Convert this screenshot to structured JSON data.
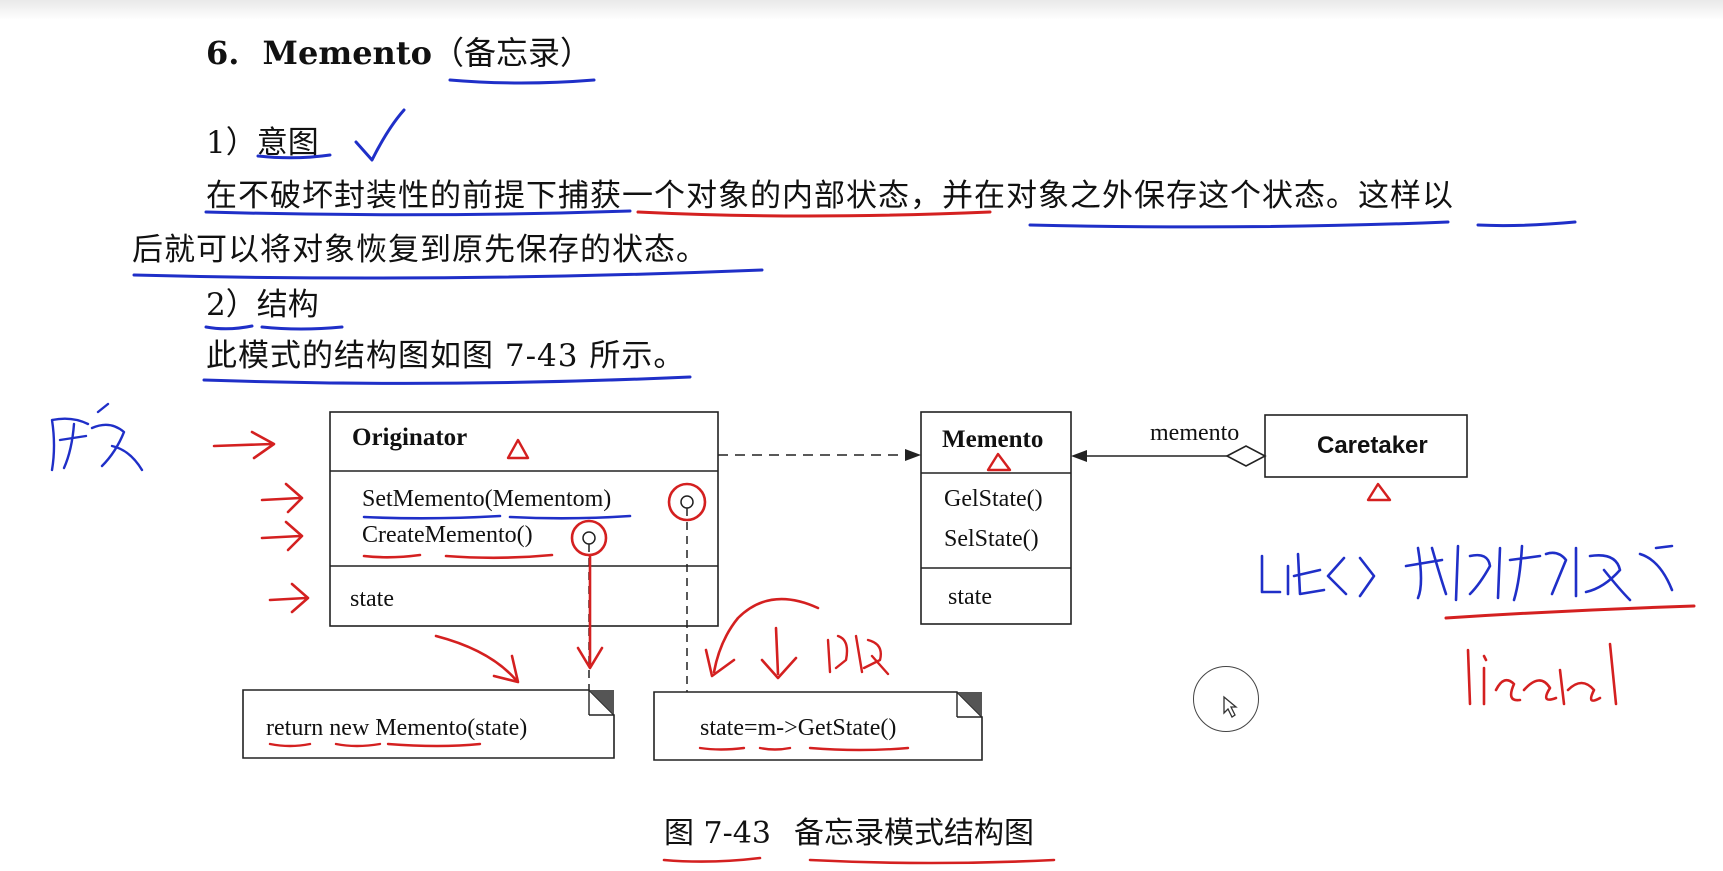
{
  "heading": {
    "prefix": "6.",
    "title": "Memento",
    "paren": "（备忘录）"
  },
  "intent": {
    "label": "1）意图",
    "line1": "在不破坏封装性的前提下捕获一个对象的内部状态，并在对象之外保存这个状态。这样以",
    "line2": "后就可以将对象恢复到原先保存的状态。"
  },
  "structure": {
    "label": "2）结构",
    "desc": "此模式的结构图如图 7-43 所示。"
  },
  "diagram": {
    "originator": {
      "name": "Originator",
      "methods": [
        "SetMemento(Mementom)",
        "CreateMemento()"
      ],
      "attribute": "state"
    },
    "memento": {
      "name": "Memento",
      "methods": [
        "GelState()",
        "SelState()"
      ],
      "attribute": "state"
    },
    "caretaker": {
      "name": "Caretaker",
      "role": "memento"
    },
    "notes": {
      "create": "return new Memento(state)",
      "set": "state=m->GetState()"
    }
  },
  "caption": {
    "number": "图 7-43",
    "text": "备忘录模式结构图"
  },
  "colors": {
    "blue_ink": "#1f2fc8",
    "red_ink": "#d42020",
    "text": "#111111"
  }
}
